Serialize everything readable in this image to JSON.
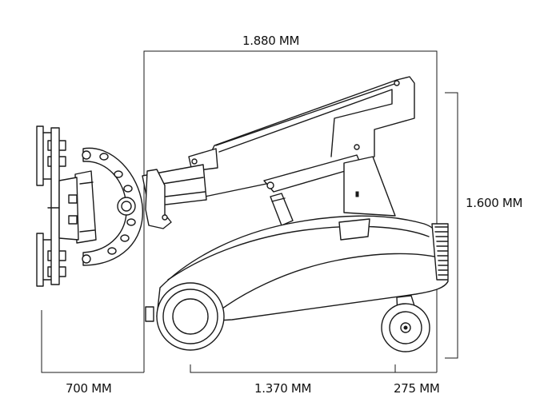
{
  "dimensions": {
    "overall_length": "1.880 MM",
    "height": "1.600 MM",
    "front_reach": "700 MM",
    "wheelbase": "1.370 MM",
    "rear_overhang": "275 MM"
  },
  "colors": {
    "line": "#1a1a1a",
    "background": "#ffffff"
  }
}
